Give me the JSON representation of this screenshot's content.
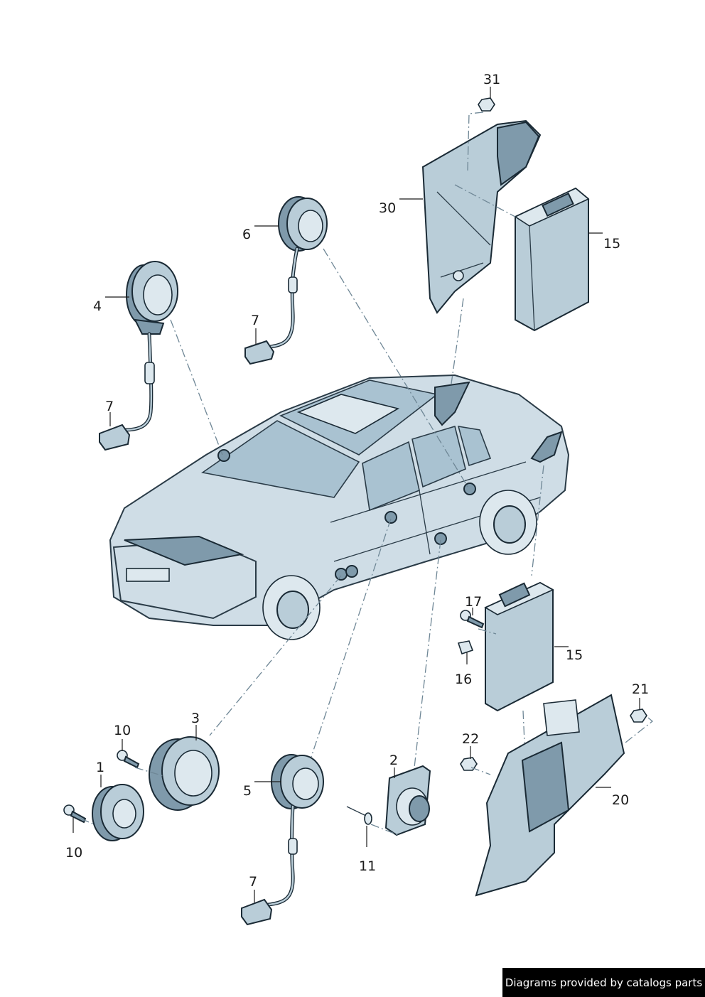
{
  "credit": "Diagrams provided by catalogs parts",
  "callouts": {
    "c31": "31",
    "c30": "30",
    "c15_top": "15",
    "c6": "6",
    "c7_a": "7",
    "c4": "4",
    "c7_b": "7",
    "c17": "17",
    "c15_mid": "15",
    "c16": "16",
    "c21": "21",
    "c10_a": "10",
    "c3": "3",
    "c22": "22",
    "c1": "1",
    "c2": "2",
    "c5": "5",
    "c20": "20",
    "c10_b": "10",
    "c11": "11",
    "c7_c": "7"
  },
  "colors": {
    "part_fill": "#b9cdd8",
    "part_dark": "#7f9aab",
    "outline": "#1a2a35",
    "leader_dash": "#6f8796",
    "credit_bg": "#000000"
  }
}
